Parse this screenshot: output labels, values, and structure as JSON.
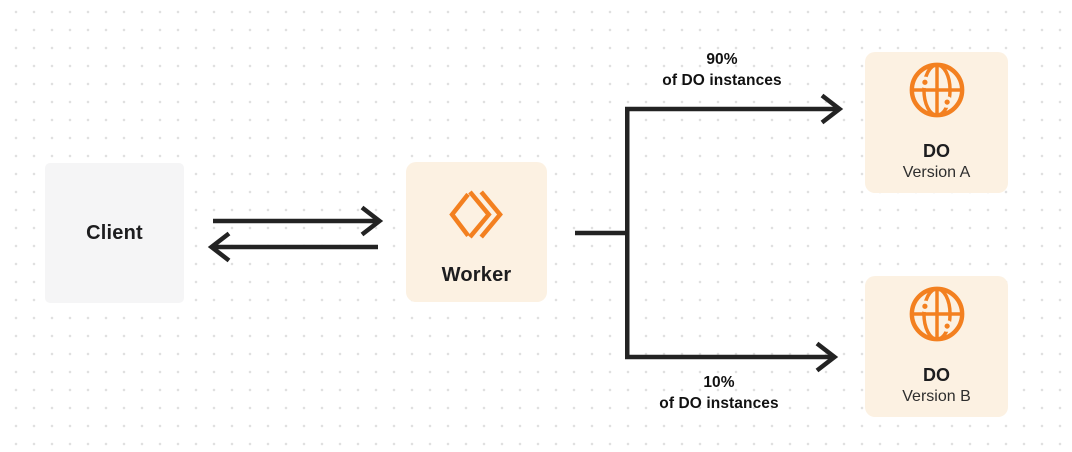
{
  "diagram": {
    "nodes": {
      "client": {
        "label": "Client"
      },
      "worker": {
        "label": "Worker",
        "icon": "cloudflare-workers-icon"
      },
      "do_version_a": {
        "title": "DO",
        "subtitle": "Version A",
        "icon": "durable-object-globe-icon"
      },
      "do_version_b": {
        "title": "DO",
        "subtitle": "Version B",
        "icon": "durable-object-globe-icon"
      }
    },
    "edges": {
      "client_to_worker": {
        "direction": "right"
      },
      "worker_to_client": {
        "direction": "left"
      },
      "worker_to_do_a": {
        "percent": "90%",
        "caption": "of DO instances"
      },
      "worker_to_do_b": {
        "percent": "10%",
        "caption": "of DO instances"
      }
    },
    "colors": {
      "accent_orange": "#f38020",
      "node_cream_bg": "#fcf1e2",
      "node_gray_bg": "#f5f5f6",
      "arrow_dark": "#232323",
      "dot_grid": "#e0e0e0",
      "text_dark": "#1d1d1f"
    }
  }
}
